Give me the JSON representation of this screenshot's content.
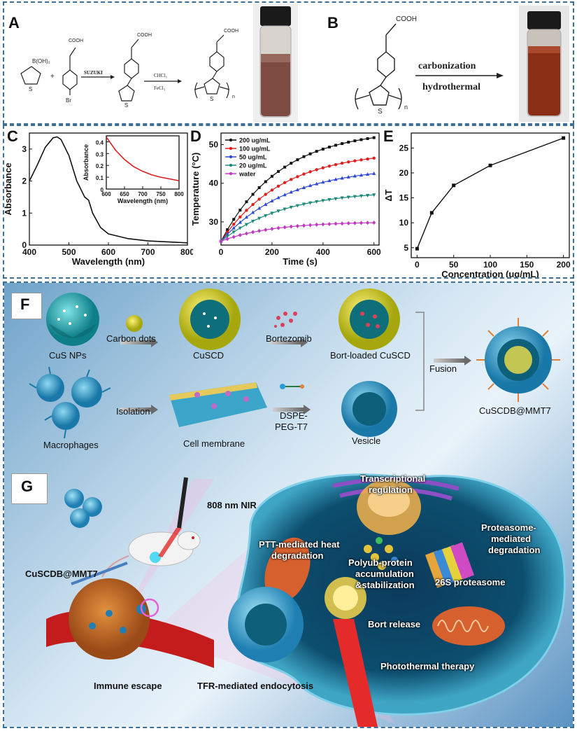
{
  "panels": {
    "A": {
      "letter": "A",
      "reactant1_label": "B(OH)₂",
      "reactant1_s": "S",
      "plus": "+",
      "reactant2_cooh": "COOH",
      "reactant2_br": "Br",
      "step1_reagent": "SUZUKI",
      "product1_cooh": "COOH",
      "product1_s": "S",
      "step2_reagent_top": "CHCl₃",
      "step2_reagent_bottom": "FeCl₃",
      "product2_cooh": "COOH",
      "product2_s": "S",
      "product2_n": "n"
    },
    "B": {
      "letter": "B",
      "cooh": "COOH",
      "s": "S",
      "n": "n",
      "step_top": "carbonization",
      "step_bottom": "hydrothermal"
    },
    "F": {
      "letter": "F",
      "labels": {
        "cus": "CuS NPs",
        "carbon_dots": "Carbon dots",
        "cuscd": "CuSCD",
        "bortezomib": "Bortezomib",
        "bort_loaded": "Bort-loaded CuSCD",
        "fusion": "Fusion",
        "final": "CuSCDB@MMT7",
        "macrophages": "Macrophages",
        "isolation": "Isolation",
        "cell_membrane": "Cell membrane",
        "dspe_1": "DSPE-",
        "dspe_2": "PEG-T7",
        "vesicle": "Vesicle"
      }
    },
    "G": {
      "letter": "G",
      "labels": {
        "nir": "808 nm NIR",
        "nanoparticle": "CuSCDB@MMT7",
        "immune": "Immune escape",
        "tfr": "TFR-mediated endocytosis",
        "transcription_1": "Transcriptional",
        "transcription_2": "regulation",
        "ptt_1": "PTT-mediated heat",
        "ptt_2": "degradation",
        "polyub_1": "Polyub-protein",
        "polyub_2": "accumulation",
        "polyub_3": "&stabilization",
        "proteasome_1": "Proteasome-",
        "proteasome_2": "mediated",
        "proteasome_3": "degradation",
        "p26s": "26S proteasome",
        "bort_release": "Bort release",
        "photothermal": "Photothermal therapy"
      }
    }
  },
  "chart_data": [
    {
      "panel": "C",
      "type": "line",
      "xlabel": "Wavelength (nm)",
      "ylabel": "Absorbance",
      "xlim": [
        400,
        800
      ],
      "ylim": [
        0,
        3.5
      ],
      "xticks": [
        400,
        500,
        600,
        700,
        800
      ],
      "yticks": [
        0,
        1,
        2,
        3
      ],
      "series": [
        {
          "x": [
            400,
            420,
            440,
            460,
            470,
            480,
            500,
            520,
            540,
            550,
            560,
            580,
            600,
            650,
            700,
            750,
            800
          ],
          "y": [
            2.0,
            2.5,
            3.05,
            3.35,
            3.38,
            3.3,
            2.8,
            2.0,
            1.5,
            1.4,
            1.0,
            0.55,
            0.35,
            0.2,
            0.13,
            0.1,
            0.07
          ]
        }
      ],
      "inset": {
        "xlabel": "Wavelength (nm)",
        "ylabel": "Absorbance",
        "xlim": [
          600,
          800
        ],
        "ylim": [
          0,
          0.45
        ],
        "xticks": [
          600,
          650,
          700,
          750,
          800
        ],
        "yticks": [
          0.0,
          0.1,
          0.2,
          0.3,
          0.4
        ],
        "color": "#d62020",
        "x": [
          600,
          625,
          650,
          675,
          700,
          725,
          750,
          775,
          800
        ],
        "y": [
          0.44,
          0.33,
          0.25,
          0.19,
          0.15,
          0.12,
          0.1,
          0.085,
          0.07
        ]
      }
    },
    {
      "panel": "D",
      "type": "line",
      "xlabel": "Time (s)",
      "ylabel": "Temperature (°C)",
      "xlim": [
        0,
        620
      ],
      "ylim": [
        24,
        53
      ],
      "xticks": [
        0,
        200,
        400,
        600
      ],
      "yticks": [
        30,
        40,
        50
      ],
      "legend_position": "top-left",
      "series": [
        {
          "name": "200 ug/mL",
          "color": "#111111",
          "marker": "square",
          "final": 51.8,
          "tau": 230
        },
        {
          "name": "100 ug/mL",
          "color": "#e0201c",
          "marker": "circle",
          "final": 46.5,
          "tau": 240
        },
        {
          "name": "50 ug/mL",
          "color": "#2f4bd6",
          "marker": "triangle",
          "final": 42.5,
          "tau": 260
        },
        {
          "name": "20 ug/mL",
          "color": "#1b8a7a",
          "marker": "triangle-down",
          "final": 37.0,
          "tau": 250
        },
        {
          "name": "water",
          "color": "#c03ac4",
          "marker": "diamond",
          "final": 29.8,
          "tau": 200
        }
      ],
      "start": 25
    },
    {
      "panel": "E",
      "type": "line",
      "xlabel": "Concentration (ug/mL)",
      "ylabel": "ΔT",
      "xlim": [
        -8,
        208
      ],
      "ylim": [
        3,
        28
      ],
      "xticks": [
        0,
        50,
        100,
        150,
        200
      ],
      "yticks": [
        5,
        10,
        15,
        20,
        25
      ],
      "series": [
        {
          "x": [
            0,
            20,
            50,
            100,
            200
          ],
          "y": [
            4.8,
            12,
            17.5,
            21.5,
            27
          ]
        }
      ]
    }
  ]
}
